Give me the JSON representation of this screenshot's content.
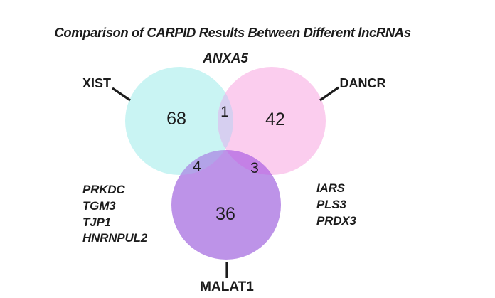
{
  "chart_data": {
    "type": "venn",
    "title": "Comparison of CARPID Results Between Different lncRNAs",
    "sets": [
      {
        "label": "XIST",
        "unique_count": 68,
        "color": "#c9f4f3"
      },
      {
        "label": "DANCR",
        "unique_count": 42,
        "color": "#fbcdee"
      },
      {
        "label": "MALAT1",
        "unique_count": 36,
        "color": "#bd93e8"
      }
    ],
    "overlaps": [
      {
        "between": [
          "XIST",
          "DANCR"
        ],
        "count": 1,
        "genes": [
          "ANXA5"
        ],
        "region_color": "#d6cff0"
      },
      {
        "between": [
          "XIST",
          "MALAT1"
        ],
        "count": 4,
        "genes": [
          "PRKDC",
          "TGM3",
          "TJP1",
          "HNRNPUL2"
        ],
        "region_color": "#b2a3e8"
      },
      {
        "between": [
          "DANCR",
          "MALAT1"
        ],
        "count": 3,
        "genes": [
          "IARS",
          "PLS3",
          "PRDX3"
        ],
        "region_color": "#c480e6"
      }
    ],
    "colors": {
      "triple_overlap": "#b794e2",
      "text": "#1c1c1c",
      "background": "#ffffff"
    },
    "legend_position": "none",
    "grid": false
  }
}
